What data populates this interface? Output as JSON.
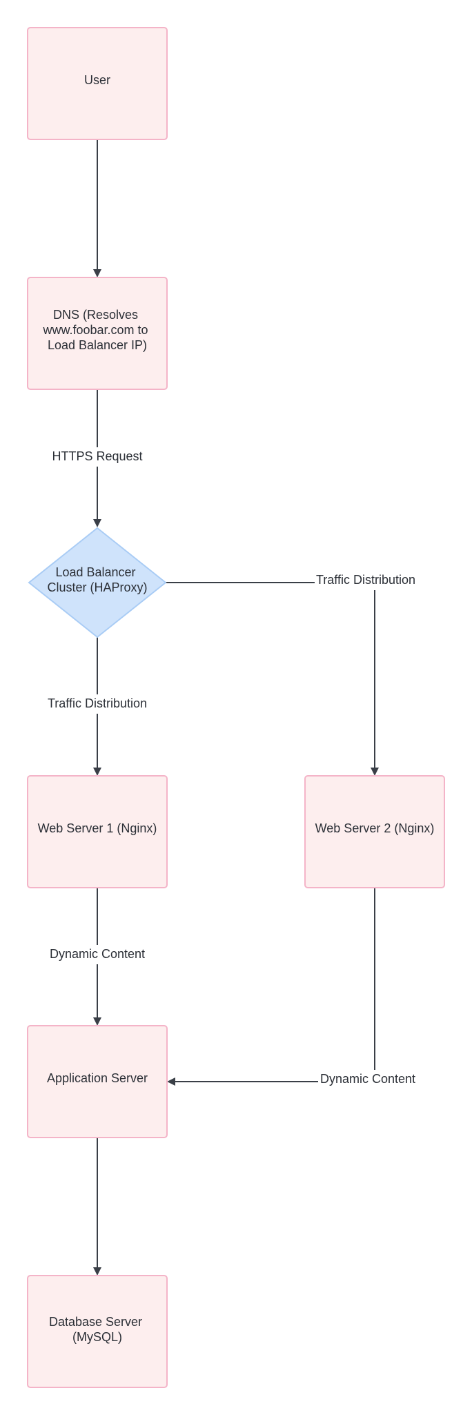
{
  "colors": {
    "box_fill": "#fdeeee",
    "box_stroke": "#f4b4c8",
    "diamond_fill": "#cfe3fb",
    "diamond_stroke": "#a9ccf5",
    "edge": "#3a3f47",
    "text": "#2b2f36"
  },
  "nodes": {
    "user": {
      "lines": [
        "User"
      ]
    },
    "dns": {
      "lines": [
        "DNS (Resolves",
        "www.foobar.com to",
        "Load Balancer IP)"
      ]
    },
    "load_balancer": {
      "lines": [
        "Load Balancer",
        "Cluster (HAProxy)"
      ]
    },
    "web1": {
      "lines": [
        "Web Server 1 (Nginx)"
      ]
    },
    "web2": {
      "lines": [
        "Web Server 2 (Nginx)"
      ]
    },
    "app": {
      "lines": [
        "Application Server"
      ]
    },
    "db": {
      "lines": [
        "Database Server",
        "(MySQL)"
      ]
    }
  },
  "edges": {
    "dns_to_lb": {
      "label": "HTTPS Request"
    },
    "lb_to_web1": {
      "label": "Traffic Distribution"
    },
    "lb_to_web2": {
      "label": "Traffic Distribution"
    },
    "web1_to_app": {
      "label": "Dynamic Content"
    },
    "web2_to_app": {
      "label": "Dynamic Content"
    }
  }
}
